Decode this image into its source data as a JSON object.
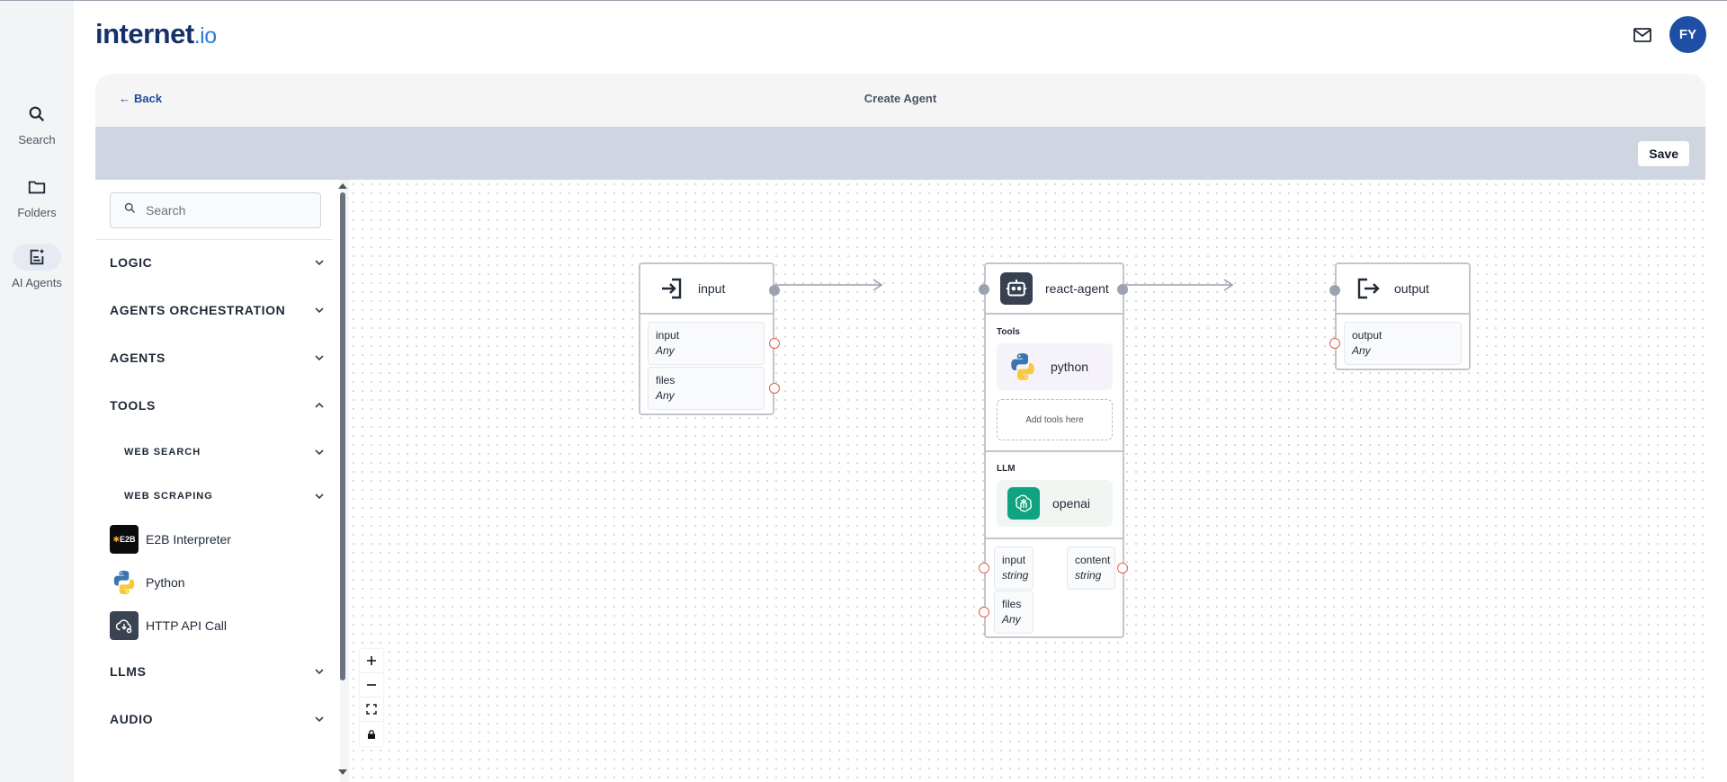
{
  "rail": {
    "items": [
      {
        "label": "Search",
        "icon": "search-icon"
      },
      {
        "label": "Folders",
        "icon": "folder-icon"
      },
      {
        "label": "AI Agents",
        "icon": "ai-agents-icon",
        "active": true
      }
    ]
  },
  "header": {
    "logo_main": "internet",
    "logo_suffix": ".io",
    "avatar_initials": "FY"
  },
  "page": {
    "back_label": "Back",
    "title": "Create Agent",
    "save_label": "Save"
  },
  "sidebar": {
    "search_placeholder": "Search",
    "categories": [
      {
        "label": "LOGIC",
        "expanded": false
      },
      {
        "label": "AGENTS ORCHESTRATION",
        "expanded": false
      },
      {
        "label": "AGENTS",
        "expanded": false
      },
      {
        "label": "TOOLS",
        "expanded": true
      },
      {
        "label": "LLMS",
        "expanded": false
      },
      {
        "label": "AUDIO",
        "expanded": false
      }
    ],
    "tools_subcategories": [
      {
        "label": "WEB SEARCH"
      },
      {
        "label": "WEB SCRAPING"
      }
    ],
    "tools_items": [
      {
        "label": "E2B Interpreter",
        "icon": "e2b-icon",
        "badge": "E2B"
      },
      {
        "label": "Python",
        "icon": "python-icon"
      },
      {
        "label": "HTTP API Call",
        "icon": "http-api-icon"
      }
    ]
  },
  "canvas": {
    "nodes": {
      "input": {
        "title": "input",
        "ports": [
          {
            "name": "input",
            "type": "Any"
          },
          {
            "name": "files",
            "type": "Any"
          }
        ]
      },
      "react_agent": {
        "title": "react-agent",
        "tools_label": "Tools",
        "tool": "python",
        "add_tools": "Add tools here",
        "llm_label": "LLM",
        "llm": "openai",
        "inputs": [
          {
            "name": "input",
            "type": "string"
          },
          {
            "name": "files",
            "type": "Any"
          }
        ],
        "outputs": [
          {
            "name": "content",
            "type": "string"
          }
        ]
      },
      "output": {
        "title": "output",
        "ports": [
          {
            "name": "output",
            "type": "Any"
          }
        ]
      }
    }
  },
  "colors": {
    "brand_dark": "#16306a",
    "brand_accent": "#2f7bd8",
    "avatar_bg": "#1f4ea5",
    "toolbar_bg": "#d0d6e1",
    "handle_input": "#e25d4b",
    "openai_green": "#10a37f"
  }
}
